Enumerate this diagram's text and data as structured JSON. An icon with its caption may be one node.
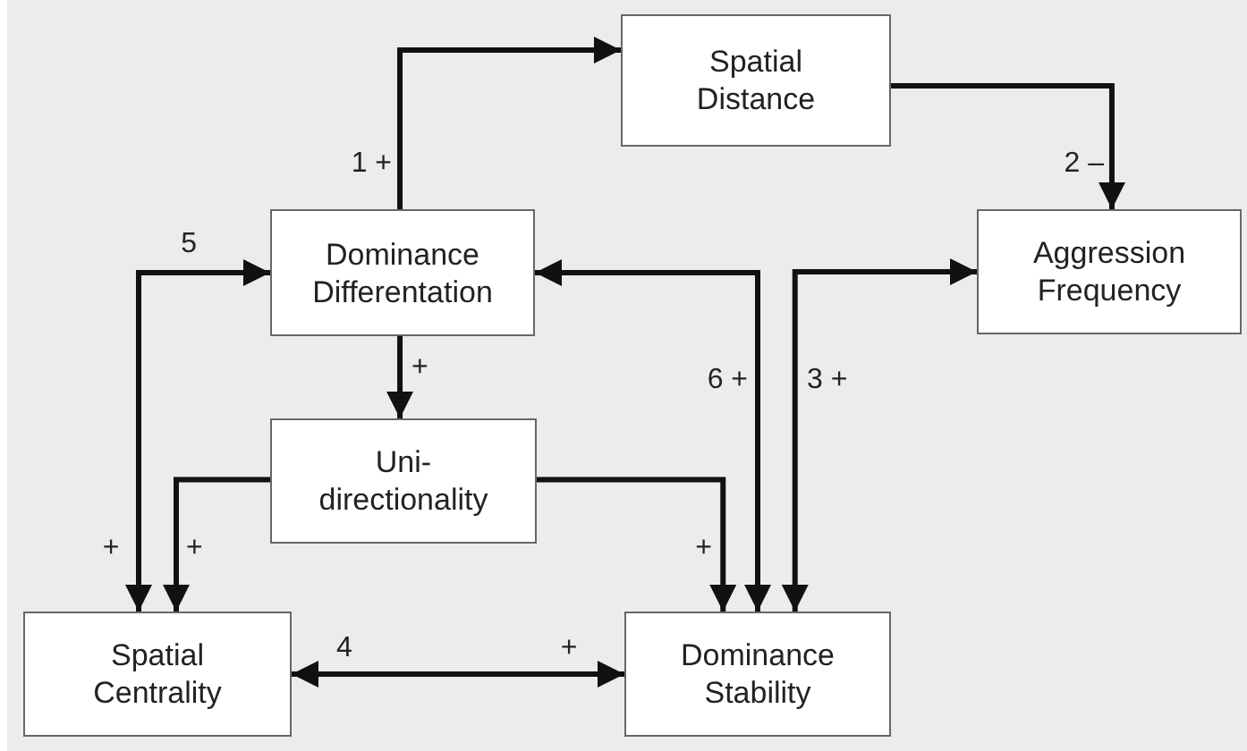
{
  "diagram": {
    "nodes": [
      {
        "text": [
          "Spatial Distance"
        ]
      },
      {
        "text": [
          "Dominance Differentation"
        ]
      },
      {
        "text": [
          "Aggression Frequency"
        ]
      },
      {
        "text": [
          "Uni-directionality"
        ]
      },
      {
        "text": [
          "Spatial Centrality"
        ]
      },
      {
        "text": [
          "Dominance Stability"
        ]
      }
    ],
    "edges": [
      {
        "from": 1,
        "to": 0,
        "arrow": "to",
        "label": "1 +"
      },
      {
        "from": 0,
        "to": 2,
        "arrow": "to",
        "label": "2 –"
      },
      {
        "from": 1,
        "to": 3,
        "arrow": "to",
        "label": "+"
      },
      {
        "from": 1,
        "to": 5,
        "arrow": "both",
        "label": "6 +"
      },
      {
        "from": 2,
        "to": 5,
        "arrow": "both",
        "label": "3 +"
      },
      {
        "from": 4,
        "to": 1,
        "arrow": "both",
        "label": "5"
      },
      {
        "from": 3,
        "to": 4,
        "arrow": "to",
        "label": "+"
      },
      {
        "from": 3,
        "to": 5,
        "arrow": "to",
        "label": "+"
      },
      {
        "from": 4,
        "to": 5,
        "arrow": "both",
        "label": "4"
      }
    ],
    "labels": [
      "+",
      "+"
    ]
  }
}
